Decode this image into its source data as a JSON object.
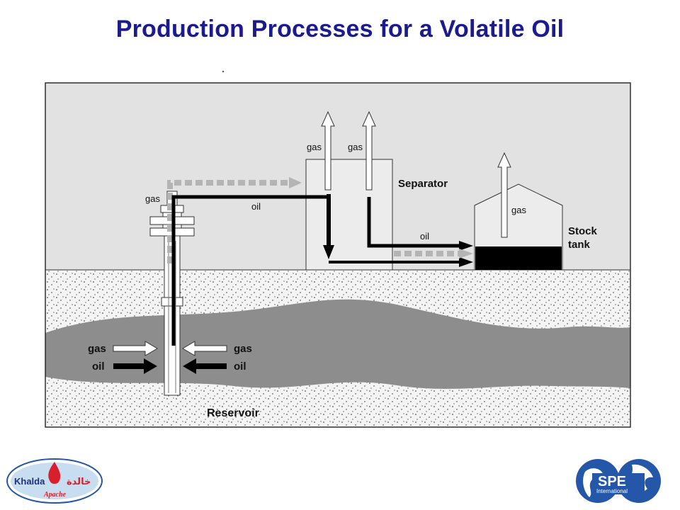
{
  "slide": {
    "title": "Production Processes for a Volatile Oil"
  },
  "diagram": {
    "labels": {
      "separator": "Separator",
      "stock_tank_line1": "Stock",
      "stock_tank_line2": "tank",
      "reservoir": "Reservoir",
      "gas": "gas",
      "oil": "oil"
    }
  },
  "logos": {
    "left": {
      "text_latin": "Khalda",
      "text_arabic": "خالدة",
      "sub": "Apache"
    },
    "right": {
      "text_main": "SPE",
      "text_sub": "International"
    }
  },
  "colors": {
    "title": "#1b1b8f",
    "sky": "#e2e2e2",
    "reservoir": "#8d8d8d",
    "ground": "#f4f4f4",
    "flow_dark": "#000000",
    "flow_gas": "#b4b4b4",
    "logo_red": "#d81f2a",
    "logo_blue": "#2557a8"
  }
}
